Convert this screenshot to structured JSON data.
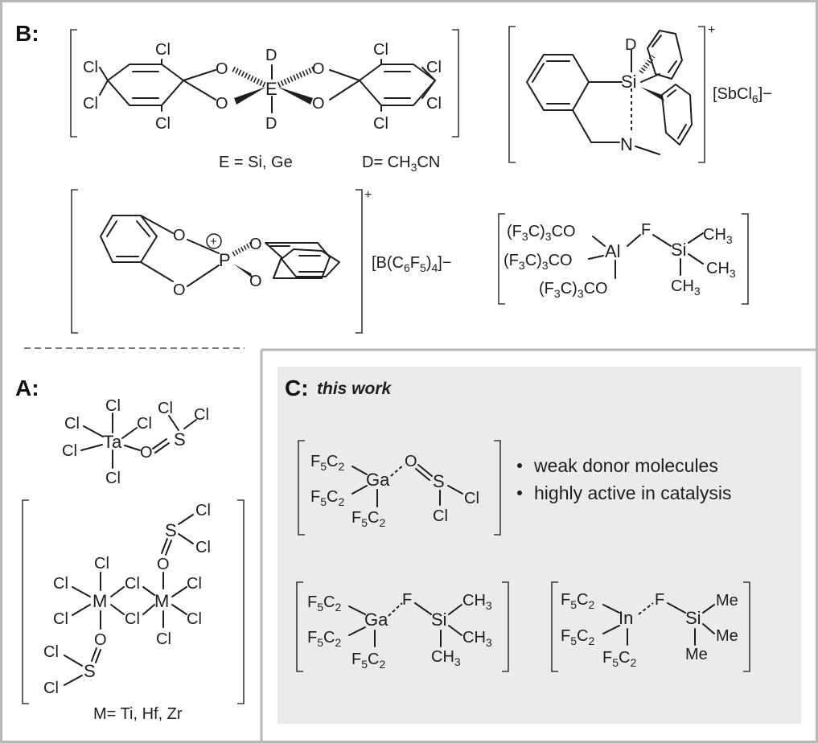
{
  "sections": {
    "b": "B:",
    "a": "A:",
    "c": "C:",
    "c_subtitle": "this work"
  },
  "b_complex1": {
    "cl": "Cl",
    "o": "O",
    "e": "E",
    "d": "D",
    "caption_e": "E = Si, Ge",
    "caption_d_pre": "D= CH",
    "caption_d_sub": "3",
    "caption_d_post": "CN"
  },
  "b_complex2": {
    "si": "Si",
    "n": "N",
    "d": "D",
    "charge": "+",
    "anion_pre": "[SbCl",
    "anion_sub": "6",
    "anion_post": "]−"
  },
  "b_complex3": {
    "o": "O",
    "p": "P",
    "charge": "+",
    "plus_circle": "+",
    "anion_pre": "[B(C",
    "anion_sub1": "6",
    "anion_mid": "F",
    "anion_sub2": "5",
    "anion_post": ")",
    "anion_sub3": "4",
    "anion_end": "]−"
  },
  "b_complex4": {
    "group_a": "(F",
    "group_sub3": "3",
    "group_c": "C)",
    "group_sub3b": "3",
    "group_co": "CO",
    "al": "Al",
    "f": "F",
    "si": "Si",
    "ch": "CH",
    "sub3": "3"
  },
  "a_complex1": {
    "cl": "Cl",
    "ta": "Ta",
    "o": "O",
    "s": "S"
  },
  "a_complex2": {
    "cl": "Cl",
    "m": "M",
    "o": "O",
    "s": "S",
    "caption": "M= Ti, Hf, Zr"
  },
  "c_complex1": {
    "f": "F",
    "sub5": "5",
    "c": "C",
    "sub2": "2",
    "ga": "Ga",
    "o": "O",
    "s": "S",
    "cl": "Cl"
  },
  "c_bullets": [
    "weak donor molecules",
    "highly active in catalysis"
  ],
  "c_complex2": {
    "ga": "Ga",
    "f": "F",
    "si": "Si",
    "ch": "CH",
    "sub3": "3"
  },
  "c_complex3": {
    "in": "In",
    "f": "F",
    "si": "Si",
    "me": "Me"
  },
  "colors": {
    "panel_c_bg": "#ebebeb",
    "border": "#b8b8b8",
    "ink": "#1e1e1e"
  }
}
